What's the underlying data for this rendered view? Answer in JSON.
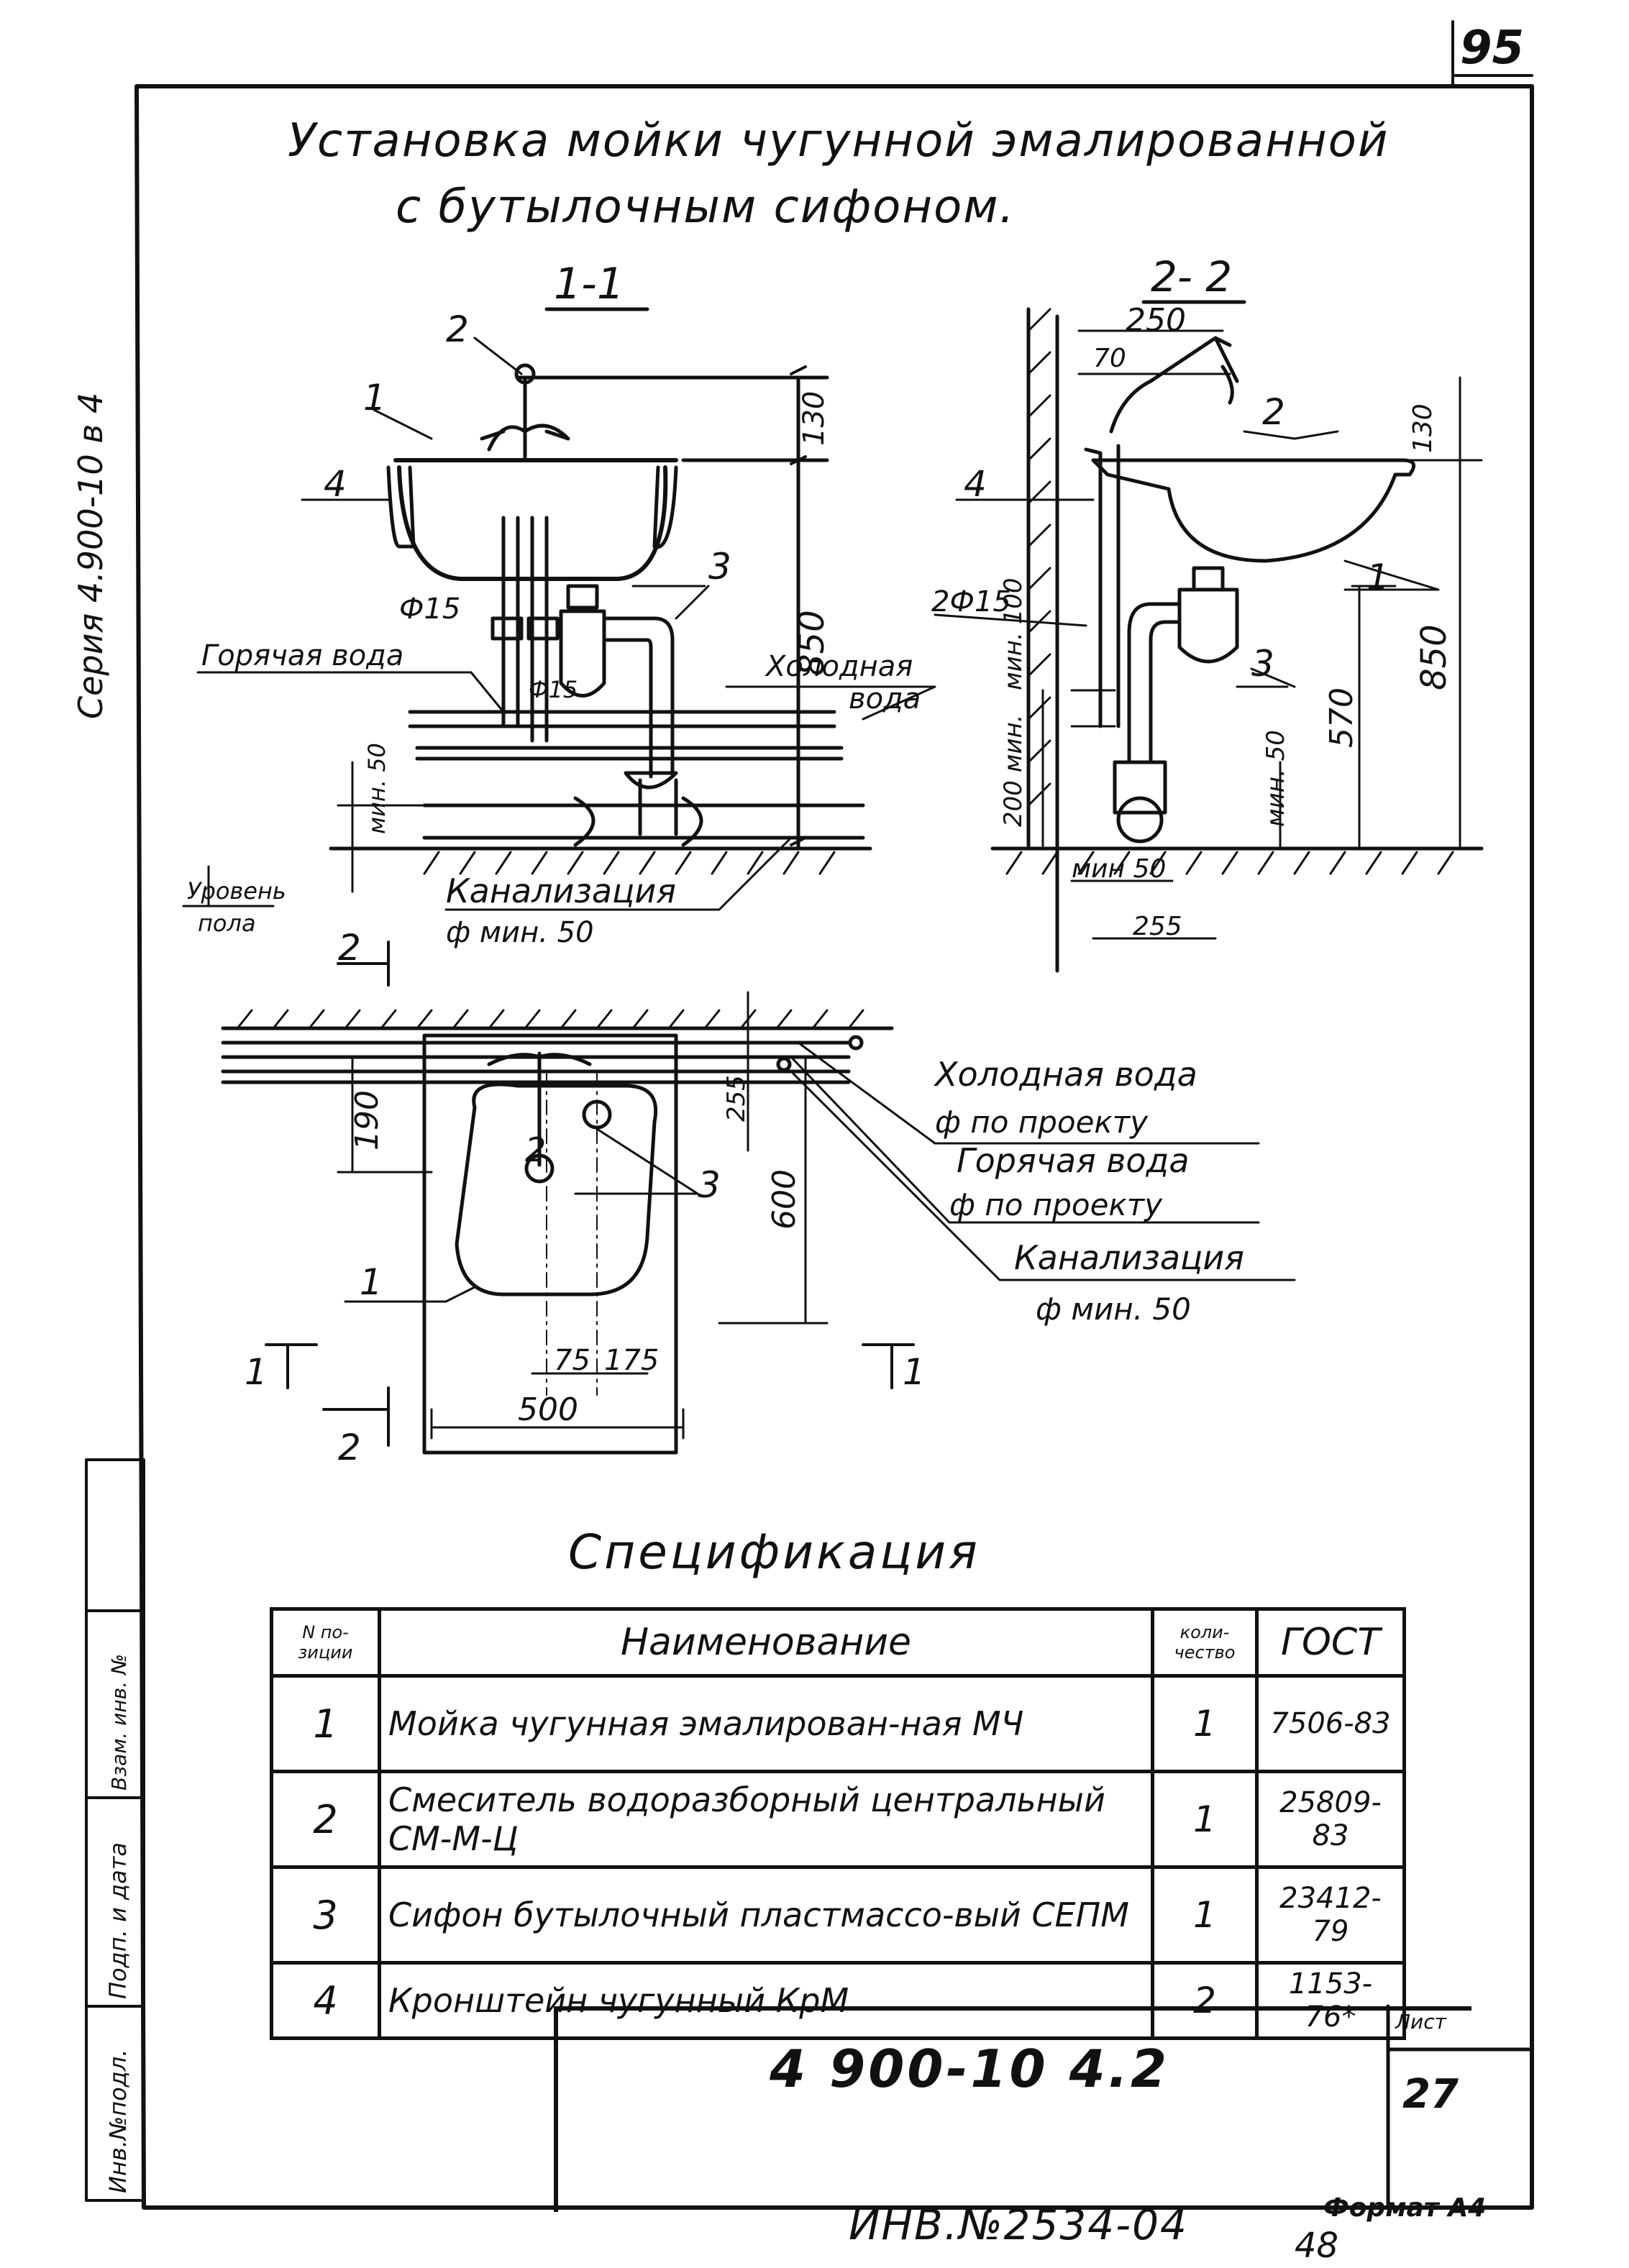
{
  "page_number": "95",
  "title": {
    "line1": "Установка мойки чугунной эмалированной",
    "line2": "с бутылочным сифоном."
  },
  "series_label": "Серия 4.900-10 в 4",
  "section_1_1": {
    "label": "1-1",
    "dims": [
      "130",
      "850",
      "мин. 50"
    ],
    "item_refs": [
      "1",
      "2",
      "3",
      "4"
    ],
    "labels": {
      "hot": "Горячая вода",
      "cold_1": "Холодная",
      "cold_2": "вода",
      "d15_a": "Ф15",
      "d15_b": "Ф15",
      "floor_1": "Уровень",
      "floor_2": "пола",
      "sewer": "Канализация",
      "sewer_d": "ф мин. 50"
    }
  },
  "section_2_2": {
    "label": "2- 2",
    "dims": [
      "250",
      "70",
      "130",
      "850",
      "570",
      "мин. 50",
      "мин. 100",
      "200 мин.",
      "мин 50",
      "255"
    ],
    "item_refs": [
      "1",
      "2",
      "3",
      "4"
    ],
    "pipe_label": "2Ф15"
  },
  "plan": {
    "dims": [
      "190",
      "255",
      "600",
      "75",
      "175",
      "500"
    ],
    "item_refs": [
      "1",
      "2",
      "3"
    ],
    "cut_marks": [
      "1",
      "1",
      "2",
      "2"
    ],
    "callouts": {
      "cold": "Холодная вода",
      "cold_d": "ф по проекту",
      "hot": "Горячая вода",
      "hot_d": "ф по проекту",
      "sewer": "Канализация",
      "sewer_d": "ф мин. 50"
    }
  },
  "specification": {
    "title": "Спецификация",
    "headers": {
      "num": "N по-\nзиции",
      "name": "Наименование",
      "qty": "коли-\nчество",
      "gost": "ГОСТ"
    },
    "rows": [
      {
        "num": "1",
        "name": "Мойка чугунная эмалирован-ная МЧ",
        "qty": "1",
        "gost": "7506-83"
      },
      {
        "num": "2",
        "name": "Смеситель водоразборный центральный СМ-М-Ц",
        "qty": "1",
        "gost": "25809-83"
      },
      {
        "num": "3",
        "name": "Сифон бутылочный пластмассо-вый СЕПМ",
        "qty": "1",
        "gost": "23412-79"
      },
      {
        "num": "4",
        "name": "Кронштейн чугунный КрМ",
        "qty": "2",
        "gost": "1153-76*"
      }
    ]
  },
  "stamp": {
    "side": [
      "Инв.№подл.",
      "Подп. и дата",
      "Взам. инв. №"
    ],
    "doc_code": "4 900-10 4.2",
    "sheet_label": "Лист",
    "sheet_num": "27"
  },
  "footer": {
    "inventory": "ИНВ.№2534-04",
    "format": "Формат А4",
    "format_num": "48"
  }
}
